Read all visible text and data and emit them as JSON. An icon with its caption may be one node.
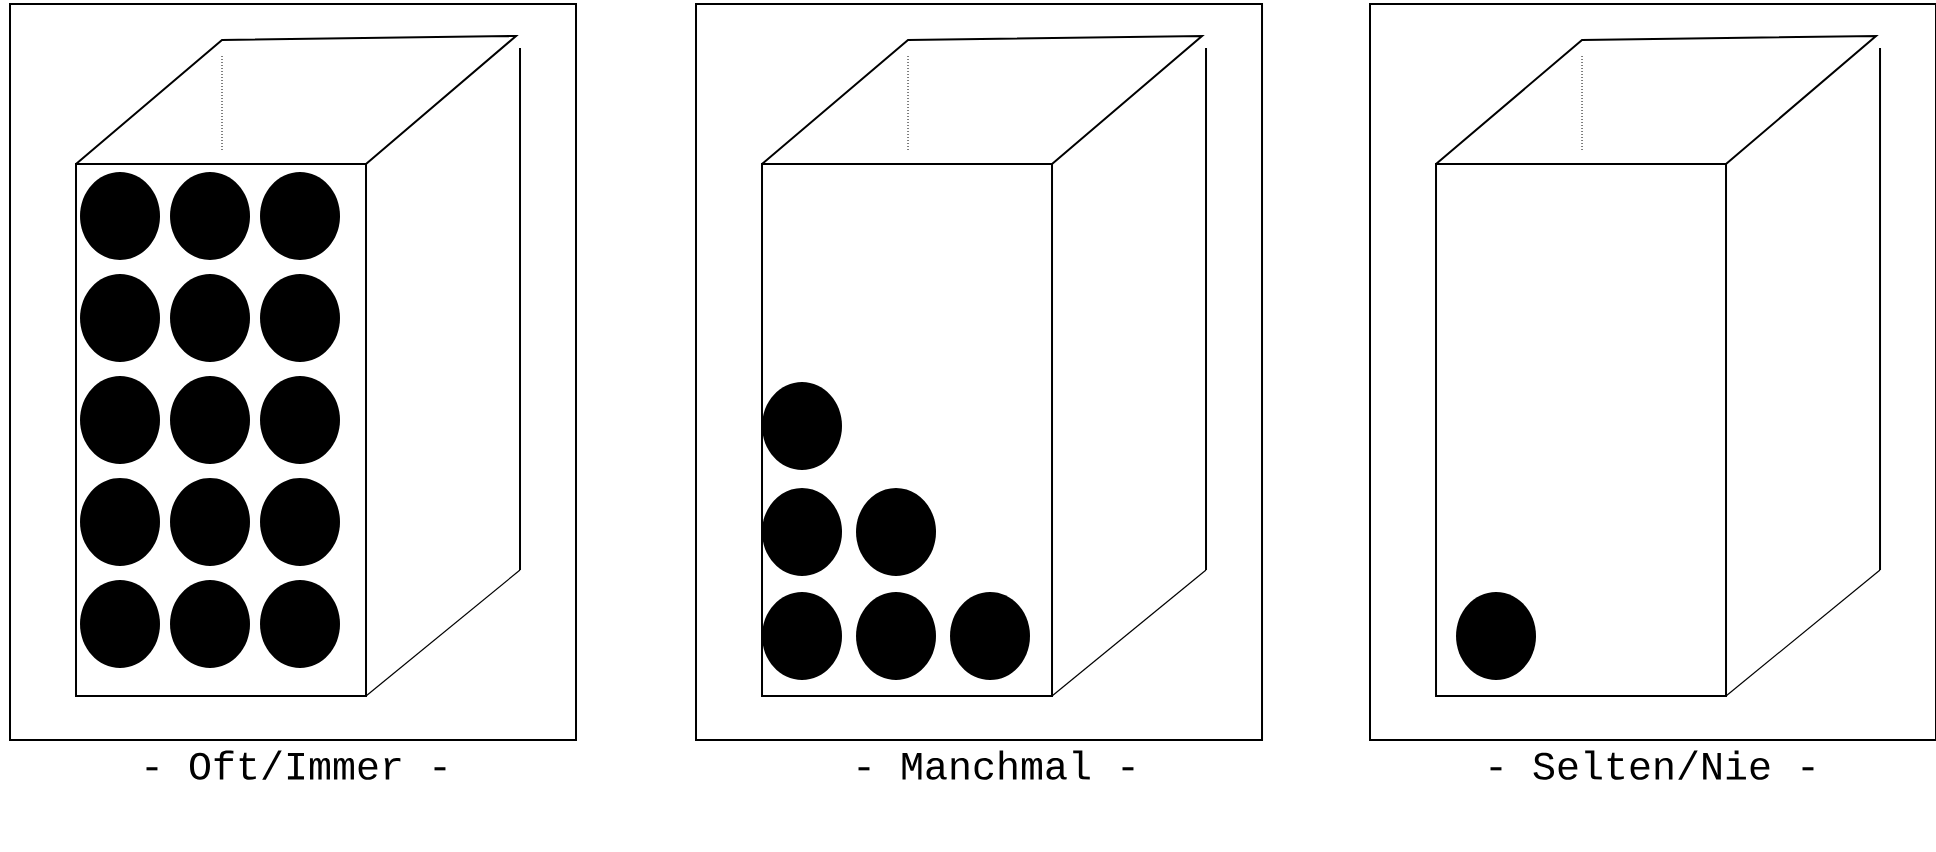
{
  "diagram": {
    "nodes": [
      {
        "text": [
          "- Oft/Immer -"
        ]
      },
      {
        "text": [
          "- Manchmal -"
        ]
      },
      {
        "text": [
          "- Selten/Nie -"
        ]
      }
    ]
  }
}
